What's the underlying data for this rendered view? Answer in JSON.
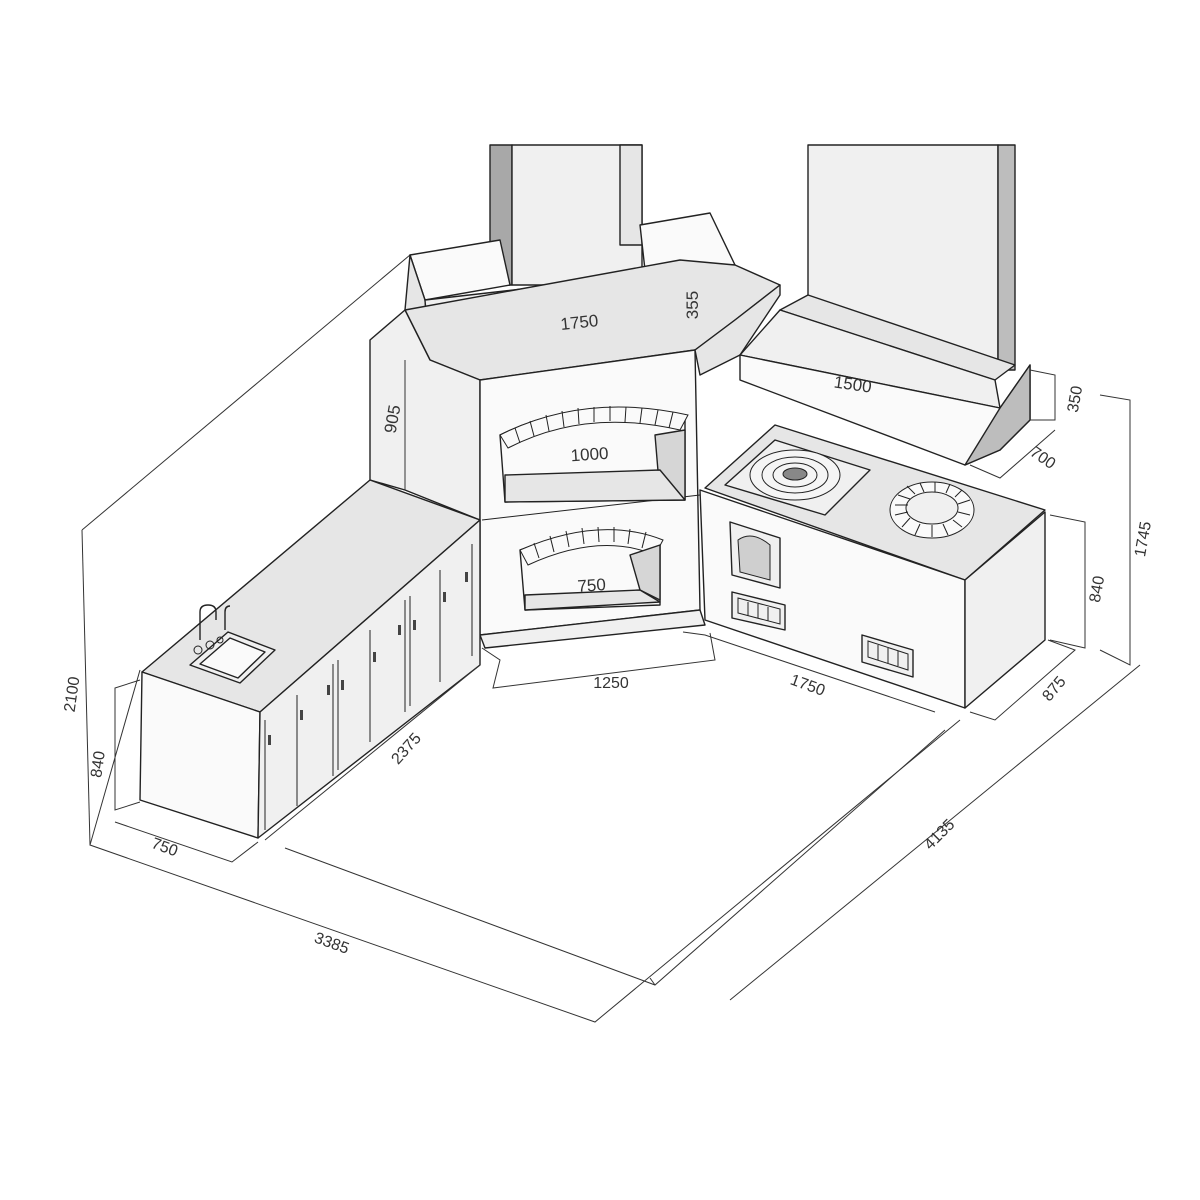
{
  "diagram": {
    "background": "#ffffff",
    "line_color": "#222222",
    "dimensions": {
      "hood_oven_width": "1750",
      "hood_oven_height": "355",
      "oven_side_height": "905",
      "oven_upper_width": "1000",
      "oven_lower_width": "750",
      "oven_base_width": "1250",
      "stove_hood_width": "1500",
      "stove_hood_height": "350",
      "stove_hood_depth": "700",
      "total_height_right": "1745",
      "stove_height": "840",
      "stove_width": "1750",
      "stove_depth": "875",
      "total_depth_right": "4135",
      "counter_height": "840",
      "total_height_left": "2100",
      "counter_length": "2375",
      "counter_depth": "750",
      "total_width_left": "3385"
    }
  }
}
